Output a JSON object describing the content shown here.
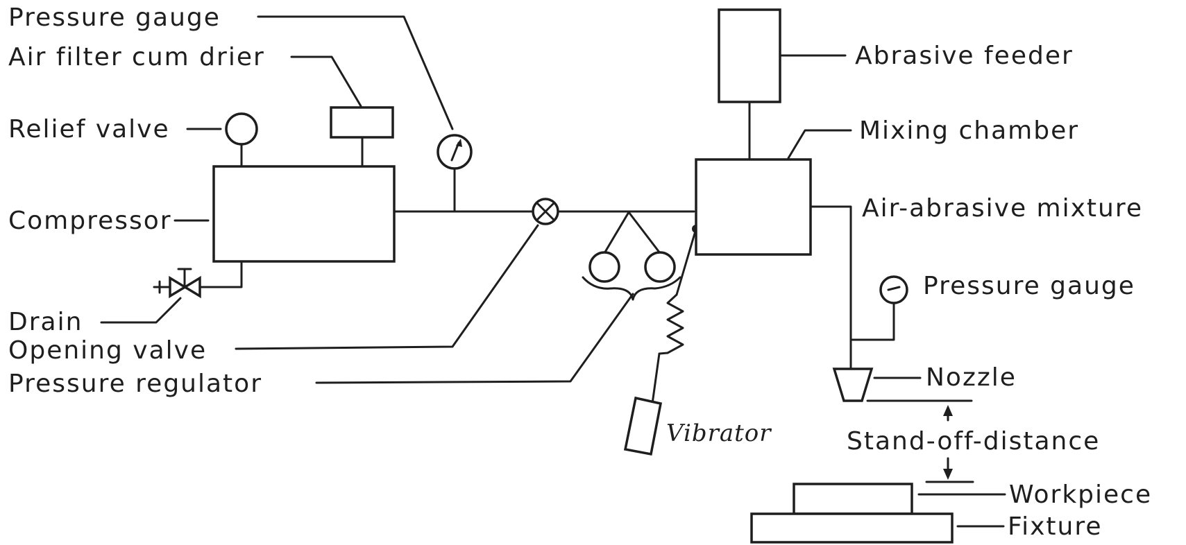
{
  "labels": {
    "pressure_gauge_top": "Pressure gauge",
    "air_filter": "Air filter cum drier",
    "relief_valve": "Relief valve",
    "compressor": "Compressor",
    "drain": "Drain",
    "opening_valve": "Opening valve",
    "pressure_regulator": "Pressure regulator",
    "vibrator": "Vibrator",
    "abrasive_feeder": "Abrasive feeder",
    "mixing_chamber": "Mixing chamber",
    "air_abrasive_mixture": "Air-abrasive mixture",
    "pressure_gauge_right": "Pressure gauge",
    "nozzle": "Nozzle",
    "stand_off_distance": "Stand-off-distance",
    "workpiece": "Workpiece",
    "fixture": "Fixture"
  },
  "colors": {
    "ink": "#1e1e1e",
    "background": "#ffffff"
  }
}
